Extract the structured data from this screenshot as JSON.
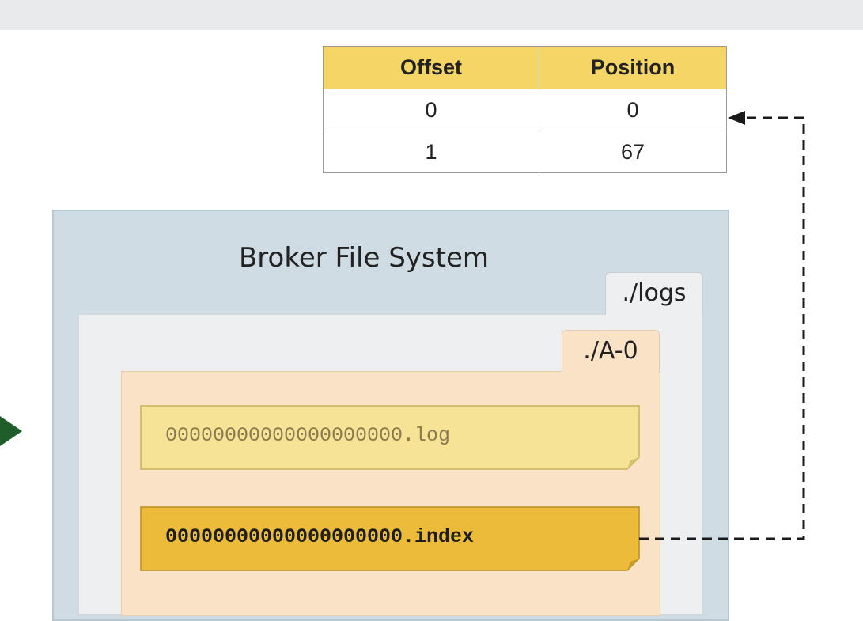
{
  "index_table": {
    "headers": [
      "Offset",
      "Position"
    ],
    "rows": [
      [
        "0",
        "0"
      ],
      [
        "1",
        "67"
      ]
    ]
  },
  "file_system": {
    "title": "Broker File System",
    "logs_folder": "./logs",
    "partition_folder": "./A-0",
    "log_file": "00000000000000000000.log",
    "index_file": "00000000000000000000.index"
  },
  "colors": {
    "table_header": "#f4d565",
    "fs_background": "#cfdce3",
    "partition_folder": "#f9e2c6",
    "log_file": "#f7e396",
    "index_file": "#ecbb3a",
    "incoming_arrow": "#1f5e2b"
  }
}
